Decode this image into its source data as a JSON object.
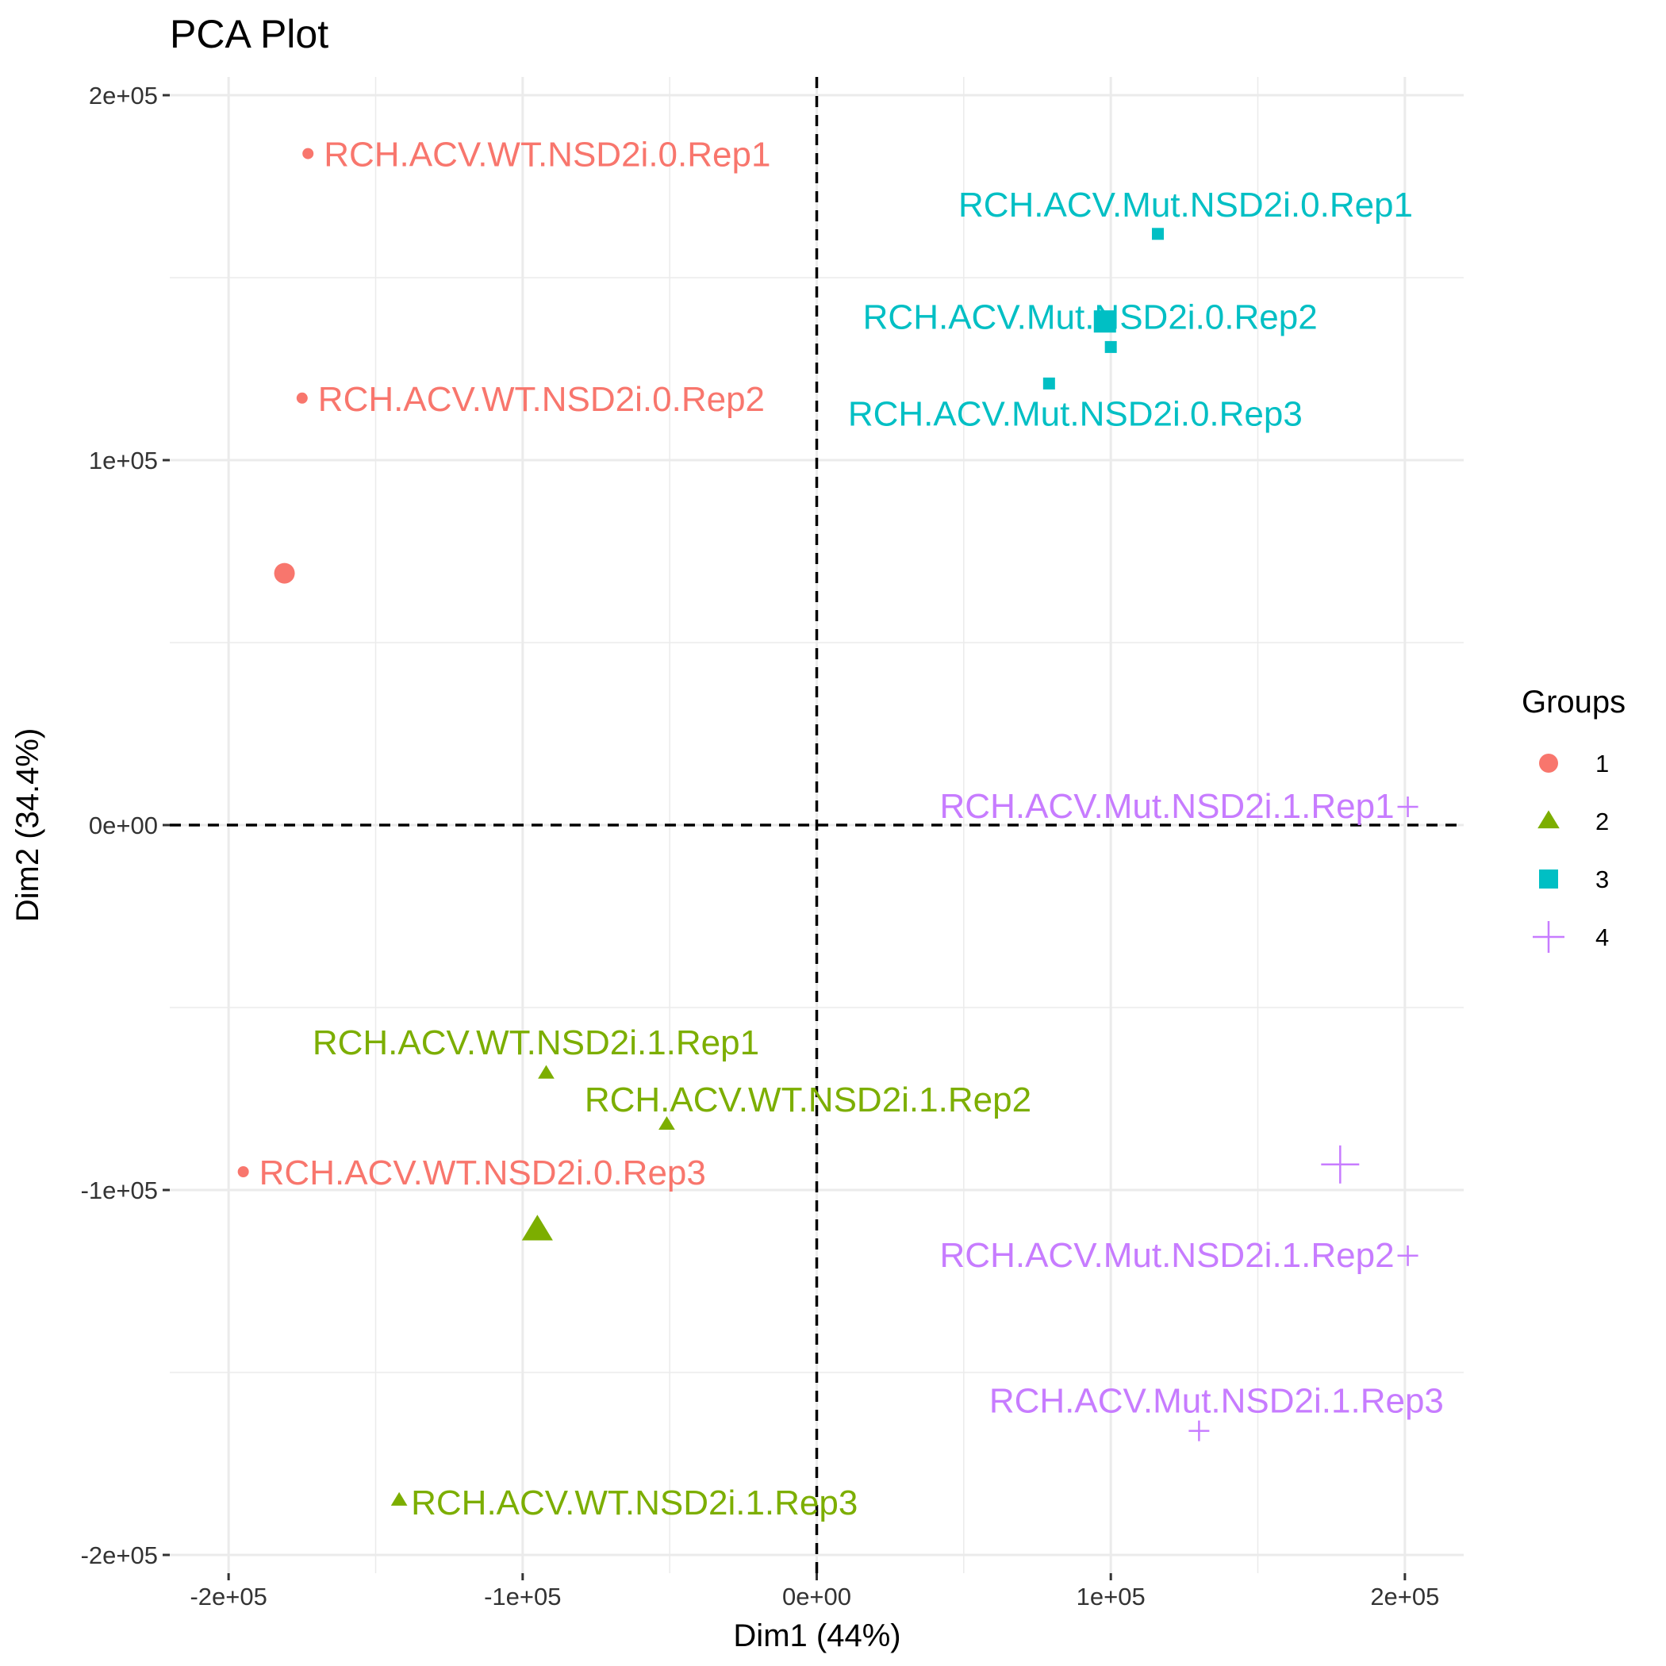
{
  "chart_data": {
    "type": "scatter",
    "title": "PCA Plot",
    "xlabel": "Dim1 (44%)",
    "ylabel": "Dim2 (34.4%)",
    "xlim": [
      -220000,
      220000
    ],
    "ylim": [
      -205000,
      205000
    ],
    "x_ticks": [
      -200000,
      -100000,
      0,
      100000,
      200000
    ],
    "x_tick_labels": [
      "-2e+05",
      "-1e+05",
      "0e+00",
      "1e+05",
      "2e+05"
    ],
    "y_ticks": [
      -200000,
      -100000,
      0,
      100000,
      200000
    ],
    "y_tick_labels": [
      "-2e+05",
      "-1e+05",
      "0e+00",
      "1e+05",
      "2e+05"
    ],
    "grid": true,
    "reference_lines": {
      "x": 0,
      "y": 0,
      "style": "dashed"
    },
    "legend": {
      "title": "Groups",
      "placement": "right",
      "entries": [
        {
          "label": "1",
          "color": "#F8766D",
          "shape": "circle"
        },
        {
          "label": "2",
          "color": "#7CAE00",
          "shape": "triangle"
        },
        {
          "label": "3",
          "color": "#00BFC4",
          "shape": "square"
        },
        {
          "label": "4",
          "color": "#C77CFF",
          "shape": "plus"
        }
      ]
    },
    "series": [
      {
        "name": "1",
        "color": "#F8766D",
        "shape": "circle",
        "points": [
          {
            "label": "RCH.ACV.WT.NSD2i.0.Rep1",
            "x": -173000,
            "y": 184000
          },
          {
            "label": "RCH.ACV.WT.NSD2i.0.Rep2",
            "x": -175000,
            "y": 117000
          },
          {
            "label": "RCH.ACV.WT.NSD2i.0.Rep3",
            "x": -195000,
            "y": -95000
          }
        ],
        "centroid": {
          "x": -181000,
          "y": 69000
        }
      },
      {
        "name": "2",
        "color": "#7CAE00",
        "shape": "triangle",
        "points": [
          {
            "label": "RCH.ACV.WT.NSD2i.1.Rep1",
            "x": -92000,
            "y": -68000
          },
          {
            "label": "RCH.ACV.WT.NSD2i.1.Rep2",
            "x": -51000,
            "y": -82000
          },
          {
            "label": "RCH.ACV.WT.NSD2i.1.Rep3",
            "x": -142000,
            "y": -185000
          }
        ],
        "centroid": {
          "x": -95000,
          "y": -111000
        }
      },
      {
        "name": "3",
        "color": "#00BFC4",
        "shape": "square",
        "points": [
          {
            "label": "RCH.ACV.Mut.NSD2i.0.Rep1",
            "x": 116000,
            "y": 162000
          },
          {
            "label": "RCH.ACV.Mut.NSD2i.0.Rep2",
            "x": 100000,
            "y": 131000
          },
          {
            "label": "RCH.ACV.Mut.NSD2i.0.Rep3",
            "x": 79000,
            "y": 121000
          }
        ],
        "centroid": {
          "x": 98000,
          "y": 138000
        }
      },
      {
        "name": "4",
        "color": "#C77CFF",
        "shape": "plus",
        "points": [
          {
            "label": "RCH.ACV.Mut.NSD2i.1.Rep1",
            "x": 201000,
            "y": 5000
          },
          {
            "label": "RCH.ACV.Mut.NSD2i.1.Rep2",
            "x": 201000,
            "y": -118000
          },
          {
            "label": "RCH.ACV.Mut.NSD2i.1.Rep3",
            "x": 130000,
            "y": -166000
          }
        ],
        "centroid": {
          "x": 178000,
          "y": -93000
        }
      }
    ]
  }
}
